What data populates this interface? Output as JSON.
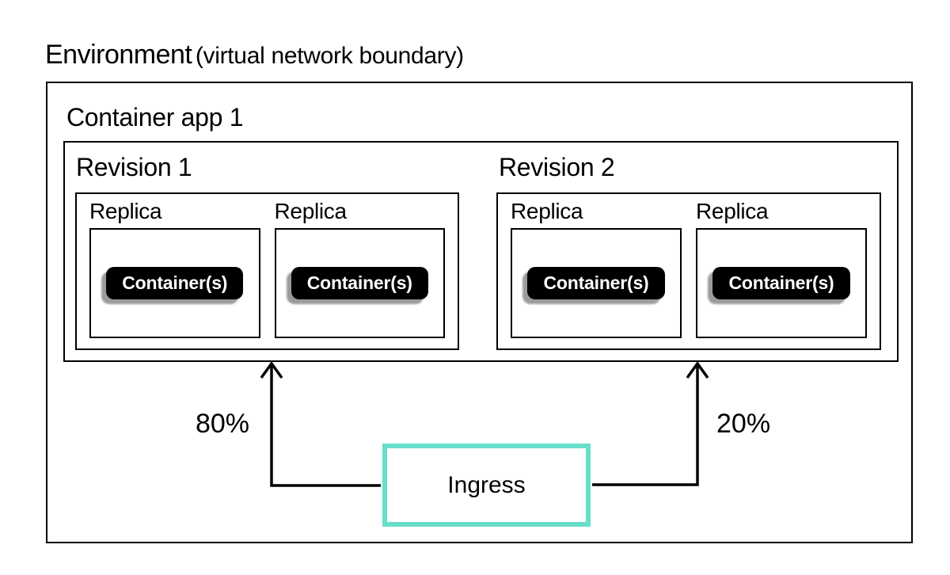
{
  "title": {
    "main": "Environment",
    "sub": "(virtual network boundary)"
  },
  "container_app": {
    "label": "Container app 1"
  },
  "revisions": [
    {
      "label": "Revision 1",
      "traffic": "80%",
      "replicas": [
        {
          "label": "Replica",
          "badge": "Container(s)"
        },
        {
          "label": "Replica",
          "badge": "Container(s)"
        }
      ]
    },
    {
      "label": "Revision 2",
      "traffic": "20%",
      "replicas": [
        {
          "label": "Replica",
          "badge": "Container(s)"
        },
        {
          "label": "Replica",
          "badge": "Container(s)"
        }
      ]
    }
  ],
  "ingress": {
    "label": "Ingress"
  },
  "colors": {
    "ingress_accent": "#68dfca",
    "badge_bg": "#000000",
    "badge_text": "#ffffff",
    "badge_shadow": "#9b9b9b",
    "line": "#000000",
    "border": "#000000"
  }
}
